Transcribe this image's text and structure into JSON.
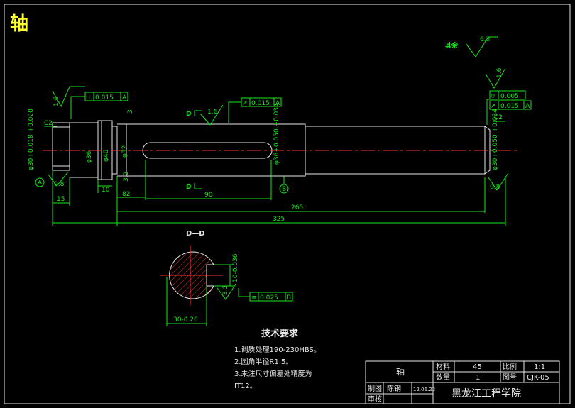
{
  "title": "轴",
  "roughness": {
    "other_label": "其余",
    "other_value": "6.3",
    "r1": "1.6",
    "r2": "1.6",
    "r3": "1.6"
  },
  "tolerances": {
    "perp": "0.015",
    "perp_ref": "A",
    "runout_mid": "0.015",
    "runout_mid_ref": "A",
    "cyl": "0.005",
    "runout_right": "0.015",
    "runout_right_ref": "A",
    "sym": "0.025",
    "sym_ref": "B"
  },
  "dims": {
    "c2_left": "C2",
    "c2_right": "C2",
    "d30_left": "φ30+0.018 +0.020",
    "d36": "φ36",
    "d40": "φ40",
    "d32": "φ32",
    "d36_key": "φ36+0.050 +0.034",
    "d30_right": "φ30+0.050 +0.034",
    "groove_w": "3",
    "groove_h": "3.2",
    "l15": "15",
    "l10": "10",
    "l82": "82",
    "l90": "90",
    "l265": "265",
    "l325": "325",
    "r08_left": "0.8",
    "r08_right": "0.8",
    "r32_sec": "3.2",
    "key_w": "10-0.036",
    "key_depth": "30-0.20",
    "section_d": "D",
    "datum_a": "A",
    "datum_b": "B"
  },
  "section": {
    "title": "D—D"
  },
  "tech": {
    "title": "技术要求",
    "items": [
      "1.调质处理190-230HBS。",
      "2.圆角半径R1.5。",
      "3.未注尺寸偏差处精度为",
      "IT12。"
    ]
  },
  "titleblock": {
    "part_name": "轴",
    "material_label": "材料",
    "material": "45",
    "scale_label": "比例",
    "scale": "1:1",
    "qty_label": "数量",
    "qty": "1",
    "drawing_no_label": "图号",
    "drawing_no": "CJK-05",
    "drafter_label": "制图",
    "drafter": "陈钢",
    "date": "12.06.22",
    "checker_label": "审核",
    "school": "黑龙江工程学院"
  }
}
